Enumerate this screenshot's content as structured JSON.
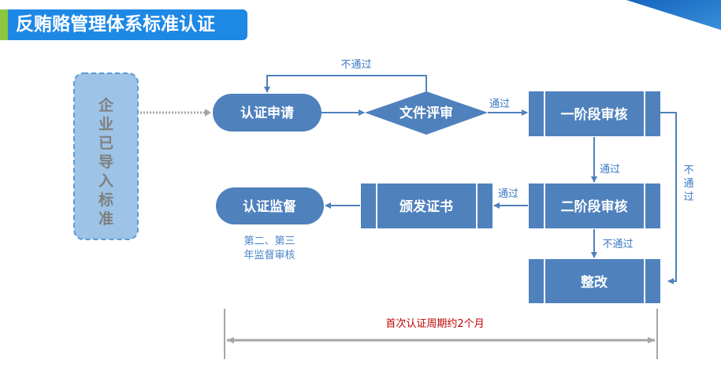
{
  "title": "反贿赂管理体系标准认证",
  "colors": {
    "title_bg": "#1e88e5",
    "title_accent": "#8cc63f",
    "node": "#4f81bd",
    "side_box": "#9dc3e6",
    "label": "#3b78c4",
    "span_label": "#c00000",
    "span_line": "#a6a6a6"
  },
  "side_box": {
    "chars": [
      "企",
      "业",
      "已",
      "导",
      "入",
      "标",
      "准"
    ]
  },
  "nodes": {
    "apply": "认证申请",
    "doc_review": "文件评审",
    "stage1": "一阶段审核",
    "stage2": "二阶段审核",
    "certificate": "颁发证书",
    "surveillance": "认证监督",
    "rectify": "整改"
  },
  "edge_labels": {
    "doc_fail": "不通过",
    "doc_pass": "通过",
    "stage1_pass": "通过",
    "stage1_fail": [
      "不",
      "通",
      "过"
    ],
    "stage2_pass": "通过",
    "stage2_fail": "不通过"
  },
  "surveillance_note": [
    "第二、第三",
    "年监督审核"
  ],
  "span_label": "首次认证周期约2个月"
}
